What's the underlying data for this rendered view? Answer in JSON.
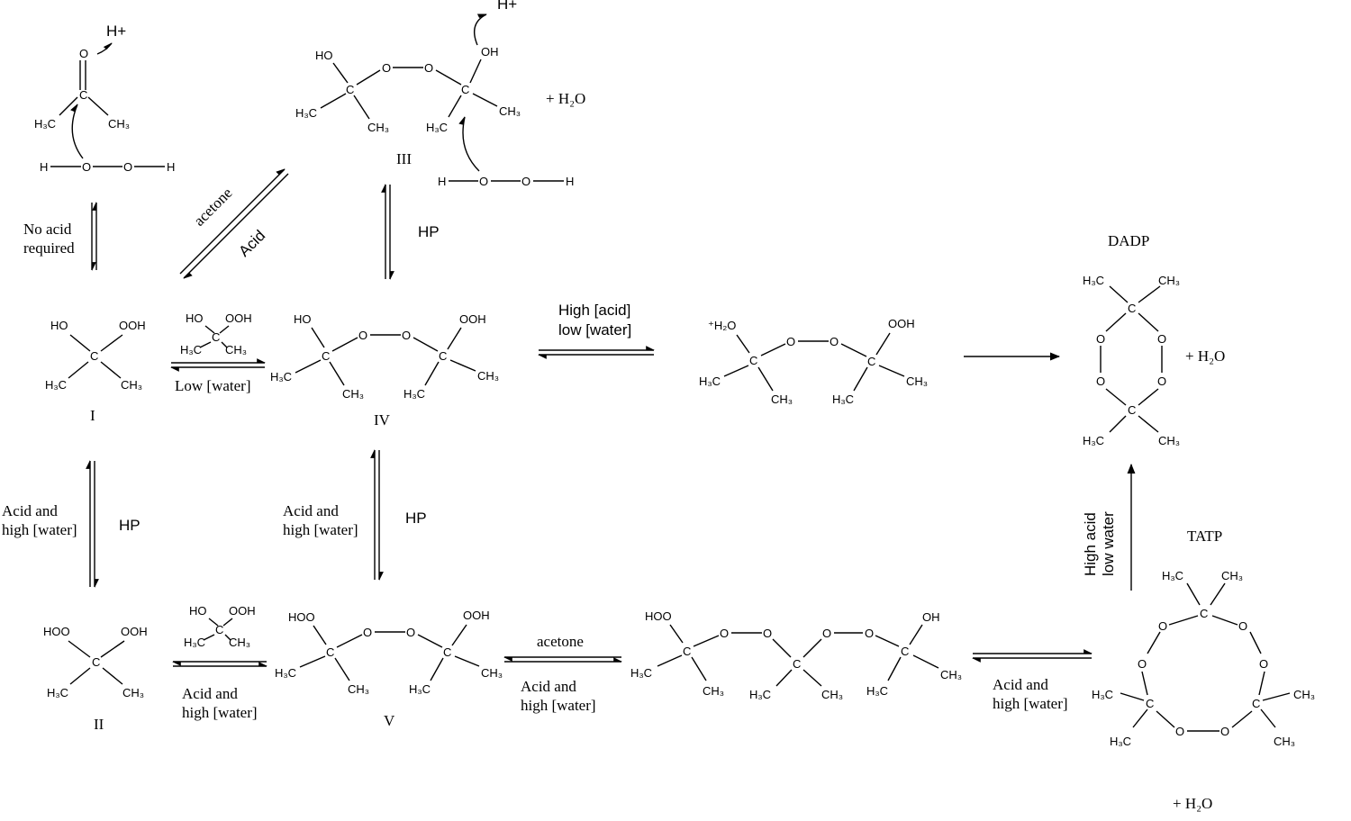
{
  "atoms": {
    "c": "C",
    "o": "O",
    "h": "H",
    "ho": "HO",
    "oh": "OH",
    "ooh": "OOH",
    "hoo": "HOO",
    "h3c": "H₃C",
    "ch3": "CH₃",
    "h2o_plus": "⁺H₂O",
    "hplus": "H+"
  },
  "species": {
    "I": "I",
    "II": "II",
    "III": "III",
    "IV": "IV",
    "V": "V",
    "DADP": "DADP",
    "TATP": "TATP"
  },
  "plus_water": "+  H₂O",
  "conditions": {
    "no_acid_line1": "No acid",
    "no_acid_line2": "required",
    "acetone": "acetone",
    "acid": "Acid",
    "hp": "HP",
    "low_water": "Low [water]",
    "acid_and": "Acid and",
    "high_water": "high [water]",
    "high_acid_line1": "High [acid]",
    "low_water_bracket": "low [water]",
    "high_acid_vert1": "High acid",
    "high_acid_vert2": "low water"
  }
}
